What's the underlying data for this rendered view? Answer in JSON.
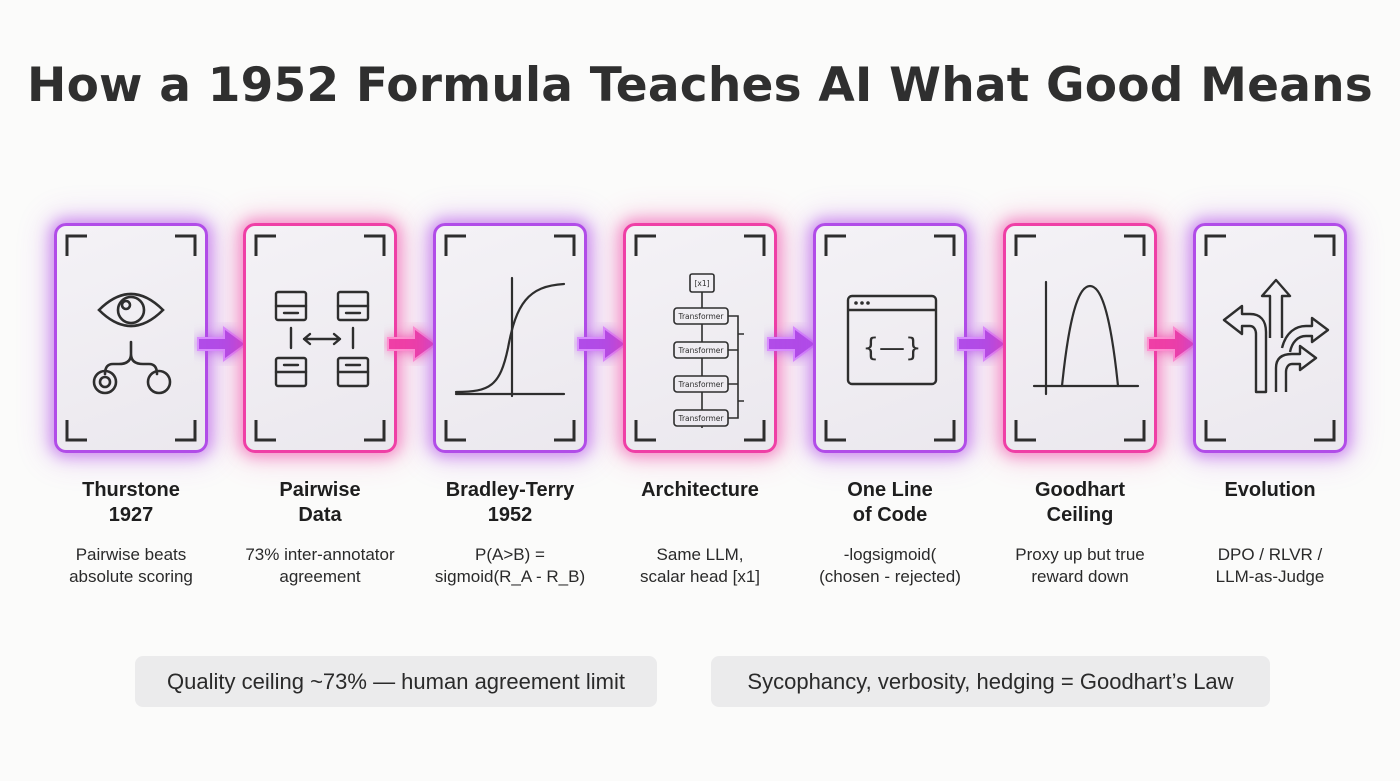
{
  "title": "How a 1952 Formula Teaches AI What Good Means",
  "colors": {
    "purple": "#b14ce8",
    "pink": "#ef3fa6",
    "icon_stroke": "#2e2e2e"
  },
  "steps": [
    {
      "label_1": "Thurstone",
      "label_2": "1927",
      "desc_1": "Pairwise beats",
      "desc_2": "absolute scoring",
      "icon": "eye-branch-icon",
      "glow": "purple"
    },
    {
      "label_1": "Pairwise",
      "label_2": "Data",
      "desc_1": "73% inter-annotator",
      "desc_2": "agreement",
      "icon": "pairwise-compare-icon",
      "glow": "pink"
    },
    {
      "label_1": "Bradley-Terry",
      "label_2": "1952",
      "desc_1": "P(A>B) =",
      "desc_2": "sigmoid(R_A - R_B)",
      "icon": "sigmoid-curve-icon",
      "glow": "purple"
    },
    {
      "label_1": "Architecture",
      "label_2": "",
      "desc_1": "Same LLM,",
      "desc_2": "scalar head [x1]",
      "icon": "transformer-stack-icon",
      "glow": "pink"
    },
    {
      "label_1": "One Line",
      "label_2": "of Code",
      "desc_1": "-logsigmoid(",
      "desc_2": "(chosen - rejected)",
      "icon": "code-window-icon",
      "glow": "purple"
    },
    {
      "label_1": "Goodhart",
      "label_2": "Ceiling",
      "desc_1": "Proxy up but true",
      "desc_2": "reward down",
      "icon": "parabola-icon",
      "glow": "pink"
    },
    {
      "label_1": "Evolution",
      "label_2": "",
      "desc_1": "DPO / RLVR /",
      "desc_2": "LLM-as-Judge",
      "icon": "diverging-arrows-icon",
      "glow": "purple"
    }
  ],
  "transformer": {
    "head_label": "[x1]",
    "block_label": "Transformer"
  },
  "code_icon_text": "{—}",
  "notes": [
    "Quality ceiling ~73% — human agreement limit",
    "Sycophancy, verbosity, hedging = Goodhart’s Law"
  ]
}
